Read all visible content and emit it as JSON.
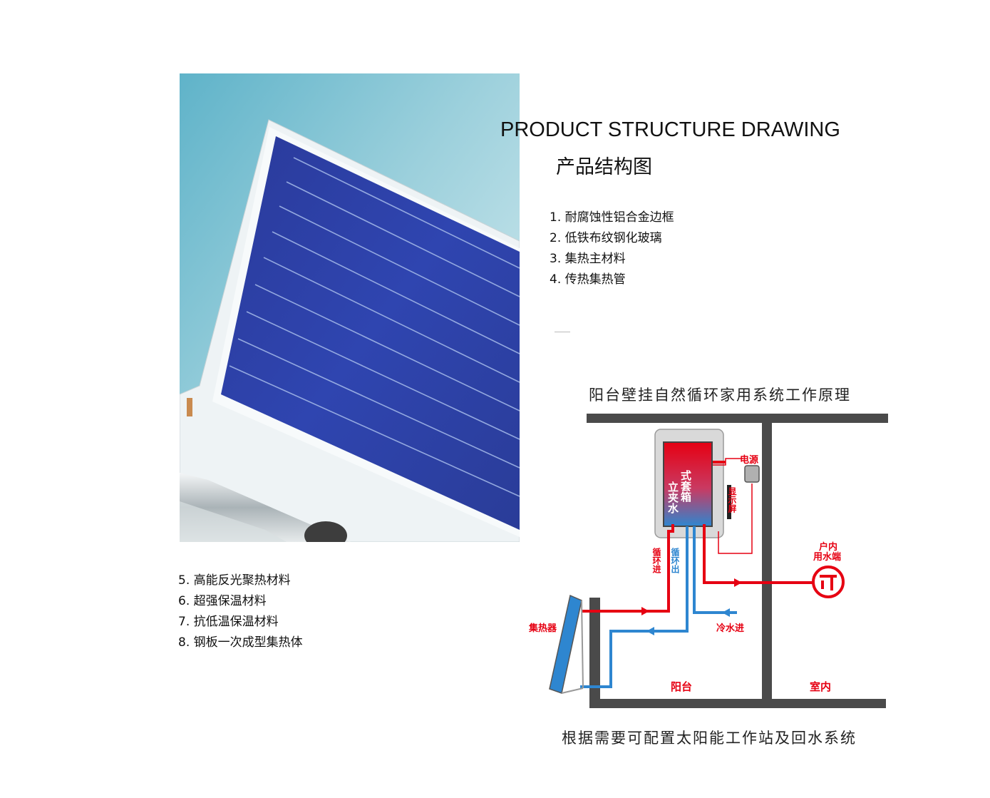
{
  "header": {
    "title_en": "PRODUCT STRUCTURE DRAWING",
    "title_cn": "产品结构图"
  },
  "features_top": [
    "1. 耐腐蚀性铝合金边框",
    "2. 低铁布纹钢化玻璃",
    "3. 集热主材料",
    "4. 传热集热管"
  ],
  "features_bottom": [
    "5. 高能反光聚热材料",
    "6. 超强保温材料",
    "7. 抗低温保温材料",
    "8. 钢板一次成型集热体"
  ],
  "diagram": {
    "title": "阳台壁挂自然循环家用系统工作原理",
    "footer": "根据需要可配置太阳能工作站及回水系统",
    "labels": {
      "tank_col1": "立夹水",
      "tank_col2": "式套箱",
      "power": "电源",
      "display": "显示屏",
      "indoor_outlet_1": "户内",
      "indoor_outlet_2": "用水端",
      "circ_in": "循环进",
      "circ_out": "循环出",
      "collector": "集热器",
      "cold_in": "冷水进",
      "balcony": "阳台",
      "indoor": "室内"
    },
    "colors": {
      "hot": "#e60012",
      "cold": "#2e86d0",
      "wall": "#4a4a4a"
    }
  }
}
